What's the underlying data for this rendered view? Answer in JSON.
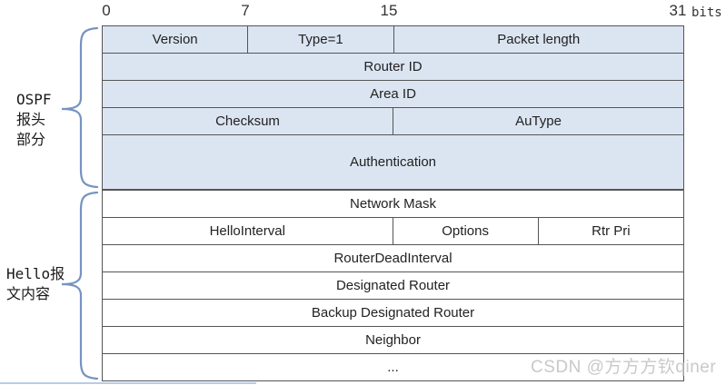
{
  "axis": {
    "tick_0": "0",
    "tick_7": "7",
    "tick_15": "15",
    "tick_31": "31",
    "unit": "bits"
  },
  "side_labels": {
    "header_section_lines": [
      "OSPF",
      "报头",
      "部分"
    ],
    "hello_section_lines": [
      "Hello报",
      "文内容"
    ]
  },
  "table": {
    "header_section_rows": [
      {
        "cells": [
          {
            "label": "Version",
            "bits": 8
          },
          {
            "label": "Type=1",
            "bits": 8
          },
          {
            "label": "Packet length",
            "bits": 16
          }
        ]
      },
      {
        "cells": [
          {
            "label": "Router ID",
            "bits": 32
          }
        ]
      },
      {
        "cells": [
          {
            "label": "Area ID",
            "bits": 32
          }
        ]
      },
      {
        "cells": [
          {
            "label": "Checksum",
            "bits": 16
          },
          {
            "label": "AuType",
            "bits": 16
          }
        ]
      },
      {
        "cells": [
          {
            "label": "Authentication",
            "bits": 32
          }
        ],
        "tall": true
      }
    ],
    "hello_section_rows": [
      {
        "cells": [
          {
            "label": "Network Mask",
            "bits": 32
          }
        ]
      },
      {
        "cells": [
          {
            "label": "HelloInterval",
            "bits": 16
          },
          {
            "label": "Options",
            "bits": 8
          },
          {
            "label": "Rtr Pri",
            "bits": 8
          }
        ]
      },
      {
        "cells": [
          {
            "label": "RouterDeadInterval",
            "bits": 32
          }
        ]
      },
      {
        "cells": [
          {
            "label": "Designated Router",
            "bits": 32
          }
        ]
      },
      {
        "cells": [
          {
            "label": "Backup Designated Router",
            "bits": 32
          }
        ]
      },
      {
        "cells": [
          {
            "label": "Neighbor",
            "bits": 32
          }
        ]
      },
      {
        "cells": [
          {
            "label": "...",
            "bits": 32
          }
        ]
      }
    ]
  },
  "watermark": "CSDN @方方方钦qiner",
  "colors": {
    "header_fill": "#dbe5f2",
    "row_fill": "#ffffff",
    "border": "#555555",
    "brace": "#7593c0",
    "text": "#222222",
    "watermark": "#c9c9c9"
  }
}
